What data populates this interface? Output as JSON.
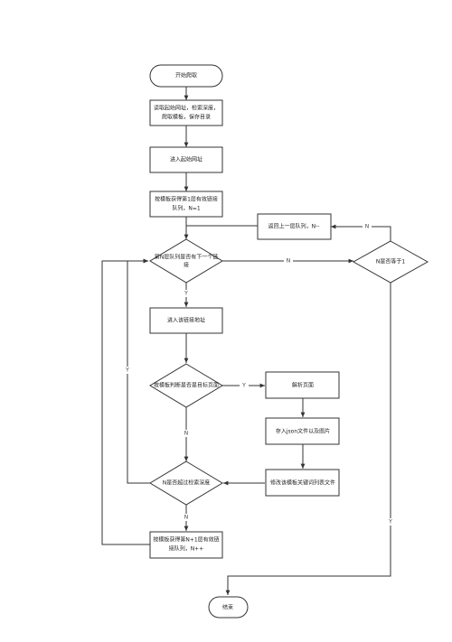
{
  "nodes": {
    "start": "开始爬取",
    "read_line1": "读取起始网址，检索深度，",
    "read_line2": "爬取模板，保存目录",
    "enter_start": "进入起始网址",
    "get_queue1_line1": "按模板获得第1层有效链接",
    "get_queue1_line2": "队列，N=1",
    "return_prev": "返回上一层队列，N--",
    "has_next_line1": "第N层队列是否有下一个链",
    "has_next_line2": "接",
    "n_equals_1": "N是否等于1",
    "enter_link": "进入该链接地址",
    "is_target": "按模板判断是否是目标页面",
    "parse_page": "解析页面",
    "save_json": "存入json文件以及图片",
    "modify_template": "修改该模板关键词列表文件",
    "exceed_depth": "N是否超过检索深度",
    "get_next_line1": "按模板获得第N+1层有效链",
    "get_next_line2": "接队列，N++",
    "end": "结束"
  },
  "edge_labels": {
    "no_to_n1": "N",
    "n1_no_to_return": "N",
    "has_next_yes": "Y",
    "target_yes": "Y",
    "target_no": "N",
    "exceed_yes": "Y",
    "exceed_no": "N",
    "n1_yes": "Y"
  }
}
